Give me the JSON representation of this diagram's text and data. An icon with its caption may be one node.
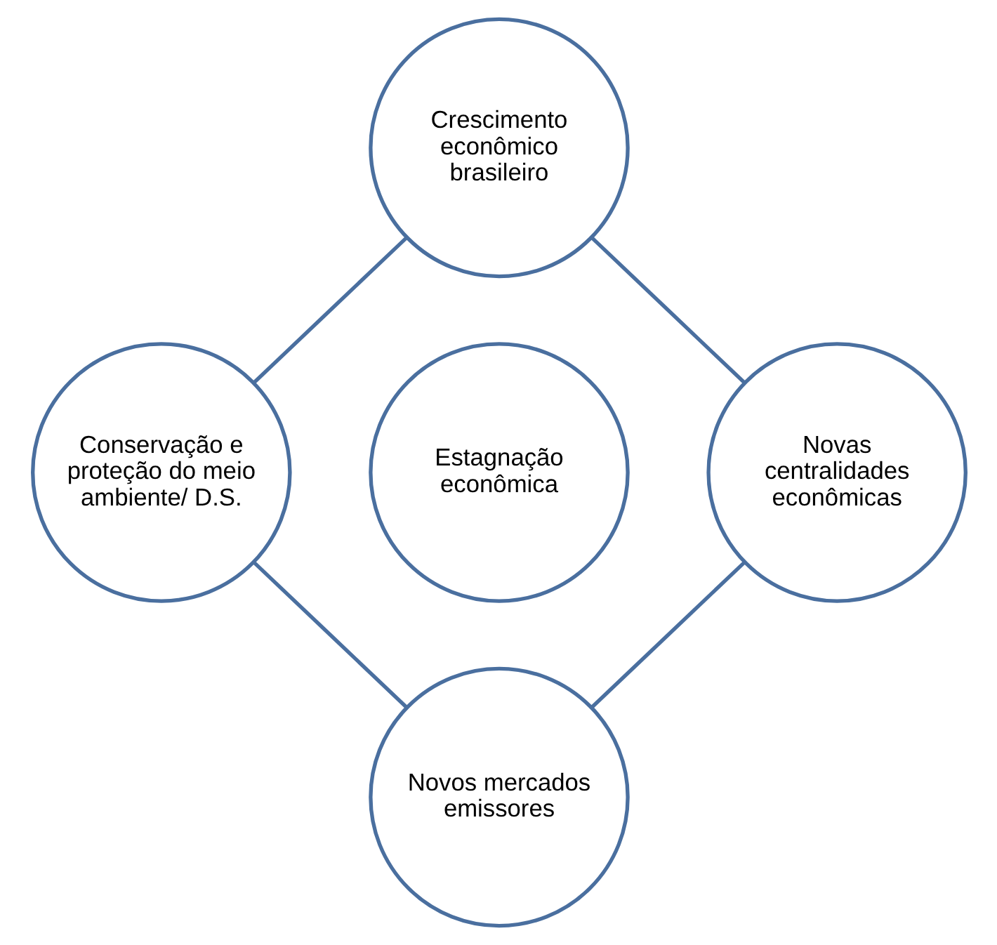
{
  "diagram": {
    "nodes": [
      {
        "text": [
          "Crescimento econômico brasileiro"
        ]
      },
      {
        "text": [
          "Conservação e proteção do meio ambiente/ D.S."
        ]
      },
      {
        "text": [
          "Estagnação econômica"
        ]
      },
      {
        "text": [
          "Novas centralidades econômicas"
        ]
      },
      {
        "text": [
          "Novos mercados emissores"
        ]
      }
    ],
    "edges": [
      {
        "from": 0,
        "to": 1,
        "arrow": "none"
      },
      {
        "from": 0,
        "to": 3,
        "arrow": "none"
      },
      {
        "from": 1,
        "to": 4,
        "arrow": "none"
      },
      {
        "from": 3,
        "to": 4,
        "arrow": "none"
      }
    ]
  }
}
